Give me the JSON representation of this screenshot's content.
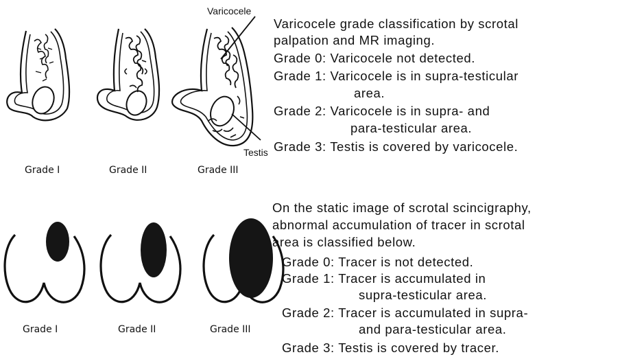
{
  "top": {
    "grades": [
      "Grade I",
      "Grade II",
      "Grade III"
    ],
    "callouts": {
      "varicocele": "Varicocele",
      "testis": "Testis"
    },
    "text": [
      "Varicocele grade  classification by scrotal",
      "palpation and MR imaging.",
      "Grade 0: Varicocele not detected.",
      "Grade 1: Varicocele is in supra-testicular",
      "area.",
      "Grade 2: Varicocele is in supra- and",
      "para-testicular area.",
      "Grade 3: Testis is covered by varicocele."
    ]
  },
  "bottom": {
    "grades": [
      "Grade I",
      "Grade II",
      "Grade III"
    ],
    "text": [
      "On the static image of scrotal scincigraphy,",
      "abnormal accumulation of tracer in scrotal",
      "area is classified below.",
      "Grade 0: Tracer is not detected.",
      "Grade 1: Tracer is accumulated in",
      "supra-testicular area.",
      "Grade 2: Tracer is accumulated in supra-",
      "and para-testicular area.",
      "Grade 3: Testis is covered by tracer."
    ]
  }
}
